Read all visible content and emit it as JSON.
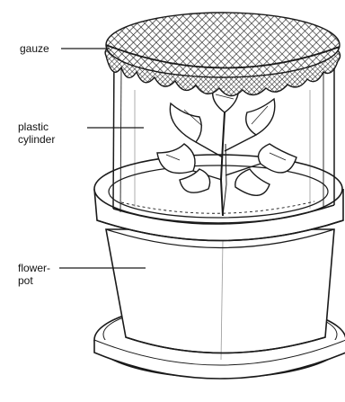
{
  "labels": {
    "gauze": "gauze",
    "plastic_cylinder": "plastic\ncylinder",
    "flower_pot": "flower-\npot"
  },
  "colors": {
    "line": "#1a1a1a",
    "background": "#ffffff"
  }
}
